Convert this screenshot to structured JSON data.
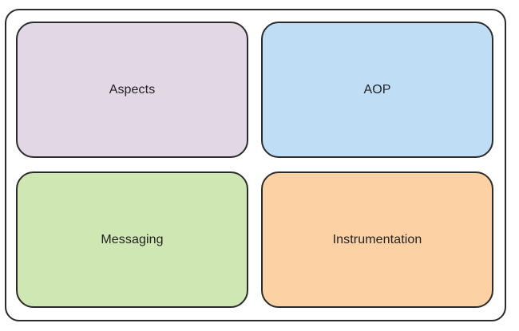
{
  "blocks": [
    {
      "label": "Aspects",
      "color": "#e2d8e5"
    },
    {
      "label": "AOP",
      "color": "#bfdef5"
    },
    {
      "label": "Messaging",
      "color": "#cfe7b3"
    },
    {
      "label": "Instrumentation",
      "color": "#fcd2a5"
    }
  ],
  "colors": {
    "border": "#2b2b2b",
    "background": "#ffffff"
  }
}
